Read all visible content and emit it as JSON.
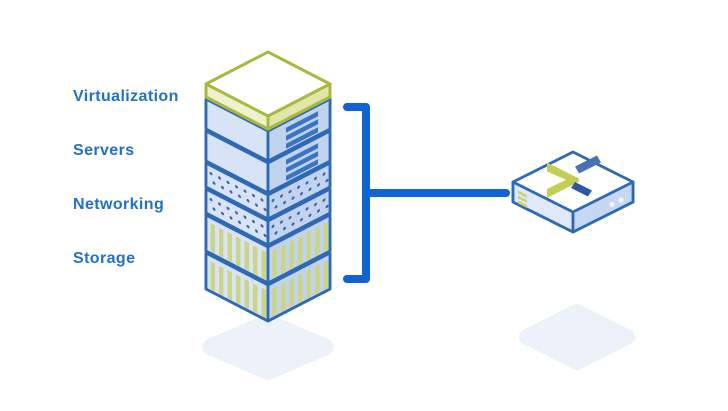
{
  "labels": [
    "Virtualization",
    "Servers",
    "Networking",
    "Storage"
  ],
  "stack": {
    "description": "isometric hyperconverged infrastructure stack",
    "layers": [
      {
        "type": "virtualization-cap",
        "texture": "plain"
      },
      {
        "type": "server",
        "texture": "vent-slats"
      },
      {
        "type": "server",
        "texture": "vent-slats"
      },
      {
        "type": "networking",
        "texture": "port-dots"
      },
      {
        "type": "networking",
        "texture": "port-dots"
      },
      {
        "type": "storage",
        "texture": "drive-stripes"
      },
      {
        "type": "storage",
        "texture": "drive-stripes"
      }
    ]
  },
  "appliance": {
    "description": "single converged appliance node",
    "icon": "x-logo",
    "leds": 3,
    "ports": 2
  },
  "connector": {
    "shape": "bracket-to-line"
  },
  "colors": {
    "label-blue": "#2271c7",
    "line-blue": "#1064d2",
    "stack-border": "#2e6ab3",
    "slab-top": "#f7fafe",
    "slab-left": "#d9e3f7",
    "slab-right": "#c2d3f0",
    "vent-blue": "#3a74c2",
    "dot-blue": "#3f63a6",
    "stripe-olive": "#cbd584",
    "cap-border": "#a9b93f",
    "cap-top": "#ffffff",
    "cap-left": "#eef1cd",
    "cap-right": "#e0e6ab",
    "app-top": "#ffffff",
    "app-left": "#dfe9f9",
    "app-right": "#c7d8f4",
    "x-green": "#c3cf52",
    "x-blue": "#4a71b4",
    "x-dark": "#2c58a4",
    "led-olive": "#c9d478",
    "port-white": "#f3f7fc",
    "shadow": "#edf1f9"
  }
}
